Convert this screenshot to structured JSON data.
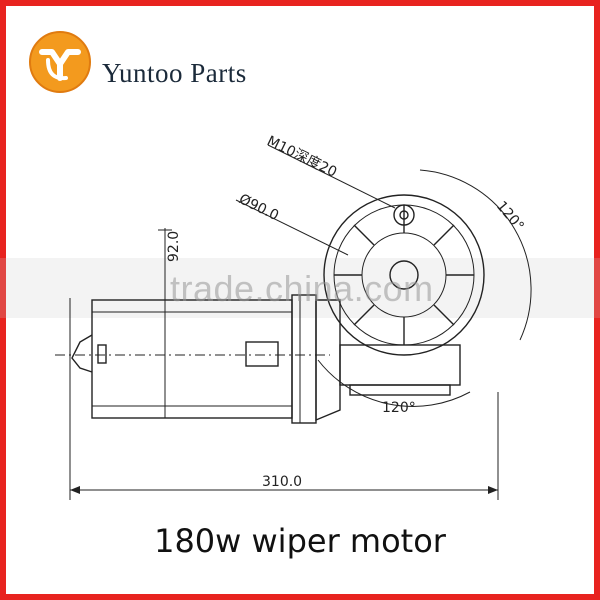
{
  "brand": {
    "name": "Yuntoo Parts",
    "logo_letters": "YT"
  },
  "watermark": "trade.china.com",
  "dimensions": {
    "height": "92.0",
    "diameter": "Ø90.0",
    "thread": "M10深度20",
    "angle_top": "120°",
    "angle_bottom": "120°",
    "length": "310.0"
  },
  "caption": "180w wiper motor",
  "colors": {
    "frame": "#e8231f",
    "logo_orange": "#f39a1e",
    "brand_text": "#1b2a3a"
  }
}
